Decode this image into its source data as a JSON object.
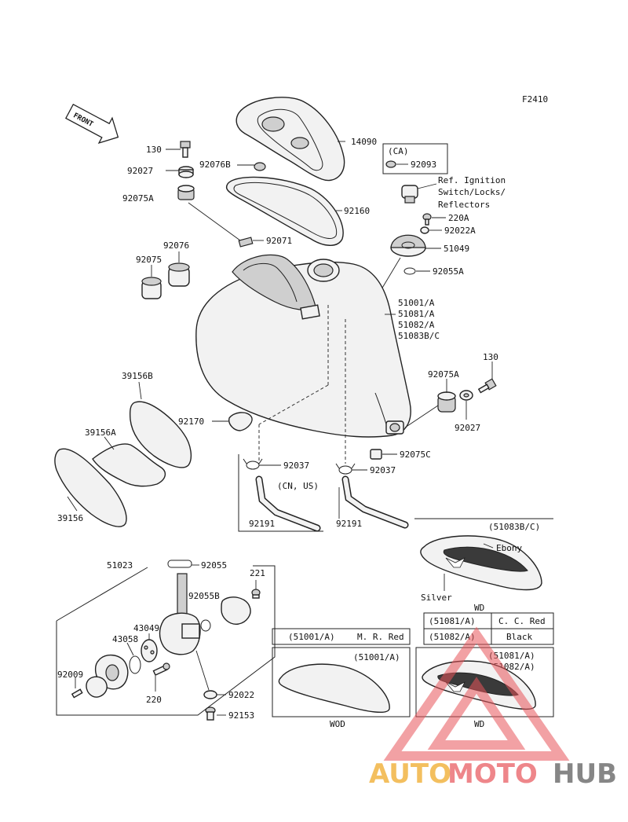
{
  "figure_code": "F2410",
  "front_label": "FRONT",
  "ca_box": {
    "header": "(CA)",
    "part": "92093"
  },
  "ref_note": {
    "line1": "Ref. Ignition",
    "line2": "Switch/Locks/",
    "line3": "Reflectors"
  },
  "parts": {
    "p130_top": "130",
    "p92027_top": "92027",
    "p92076B": "92076B",
    "p92075A_top": "92075A",
    "p14090": "14090",
    "p92160": "92160",
    "p220A": "220A",
    "p92022A": "92022A",
    "p51049": "51049",
    "p92055A": "92055A",
    "p92071": "92071",
    "p92075": "92075",
    "p92076": "92076",
    "p_tank_1": "51001/A",
    "p_tank_2": "51081/A",
    "p_tank_3": "51082/A",
    "p_tank_4": "51083B/C",
    "p130_right": "130",
    "p92075A_right": "92075A",
    "p92027_right": "92027",
    "p39156B": "39156B",
    "p92170": "92170",
    "p39156A": "39156A",
    "p39156": "39156",
    "p92075C": "92075C",
    "p92037_left": "92037",
    "p92037_right": "92037",
    "cn_us": "(CN, US)",
    "p92191_left": "92191",
    "p92191_right": "92191",
    "p51023": "51023",
    "p92055": "92055",
    "p221": "221",
    "p92055B": "92055B",
    "p43049": "43049",
    "p43058": "43058",
    "p92009": "92009",
    "p220": "220",
    "p92022": "92022",
    "p92153": "92153"
  },
  "variants": {
    "v51083": {
      "header": "(51083B/C)",
      "color1": "Ebony",
      "color2": "Silver",
      "finish": "WD"
    },
    "v51001": {
      "col1": "(51001/A)",
      "col2": "M. R. Red",
      "inner": "(51001/A)",
      "finish": "WOD"
    },
    "v5108x": {
      "row1_a": "(51081/A)",
      "row1_b": "C. C. Red",
      "row2_a": "(51082/A)",
      "row2_b": "Black",
      "inner1": "(51081/A)",
      "inner2": "(51082/A)",
      "finish": "WD"
    }
  },
  "watermark": {
    "part1": "AUTO",
    "part2": "MOTO",
    "part3": "HUB"
  },
  "colors": {
    "watermark_red": "#e8535a",
    "watermark_yellow": "#f2b544",
    "watermark_gray": "#7a7a7a"
  }
}
